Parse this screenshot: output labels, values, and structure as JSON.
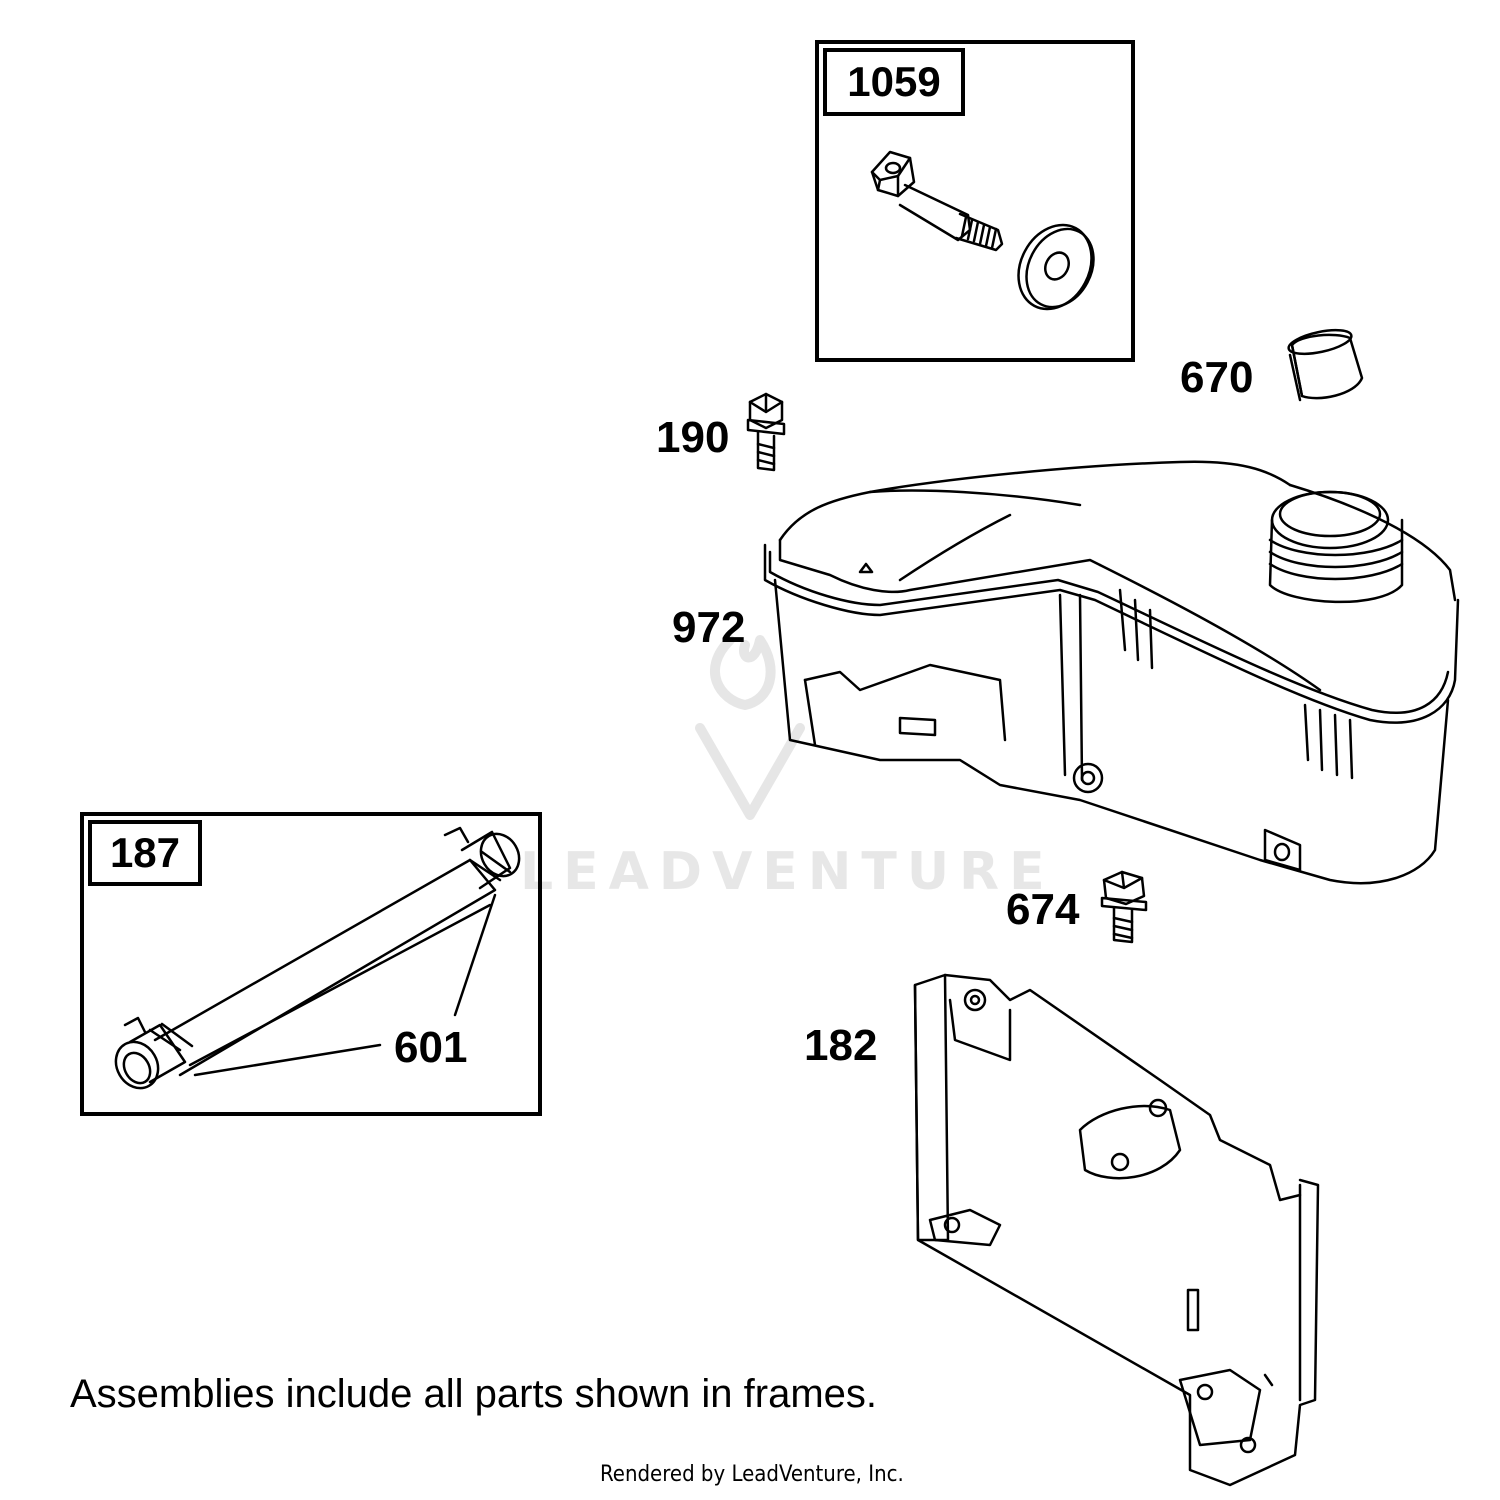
{
  "frames": {
    "f1059": "1059",
    "f187": "187"
  },
  "callouts": {
    "c670": "670",
    "c190": "190",
    "c972": "972",
    "c674": "674",
    "c182": "182",
    "c601": "601"
  },
  "note": "Assemblies include all parts shown in frames.",
  "credit": "Rendered by LeadVenture, Inc.",
  "watermark": "LEADVENTURE",
  "colors": {
    "line": "#000000",
    "background": "#ffffff",
    "watermark": "#d8d8d8"
  }
}
